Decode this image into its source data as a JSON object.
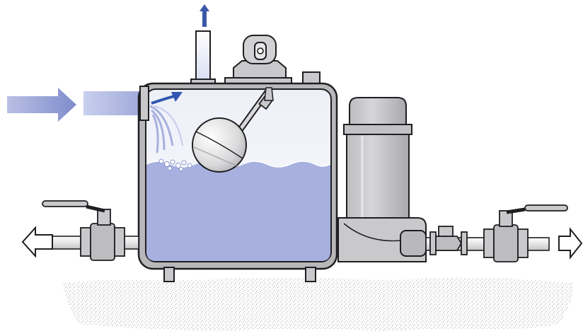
{
  "diagram": {
    "type": "condensate-return-pump-illustration",
    "components": [
      {
        "id": "inlet-flow-arrow",
        "icon": "arrow-right-gradient",
        "color": "#8f9ad0"
      },
      {
        "id": "inlet-pipe",
        "icon": "pipe"
      },
      {
        "id": "vent-pipe",
        "icon": "vent"
      },
      {
        "id": "vent-flow-arrow",
        "icon": "arrow-up-small",
        "color": "#3b57a8"
      },
      {
        "id": "receiver-tank",
        "icon": "tank"
      },
      {
        "id": "float-ball",
        "icon": "float"
      },
      {
        "id": "float-mechanism",
        "icon": "pivot-switch"
      },
      {
        "id": "incoming-water-spray",
        "icon": "spray"
      },
      {
        "id": "pump-motor",
        "icon": "motor"
      },
      {
        "id": "pump-volute",
        "icon": "volute"
      },
      {
        "id": "left-ball-valve",
        "icon": "ball-valve"
      },
      {
        "id": "right-ball-valve",
        "icon": "ball-valve"
      },
      {
        "id": "check-valve",
        "icon": "check-valve"
      },
      {
        "id": "left-outlet-arrow",
        "icon": "arrow-left-outline"
      },
      {
        "id": "right-outlet-arrow",
        "icon": "arrow-right-outline"
      },
      {
        "id": "ground",
        "icon": "stipple"
      }
    ],
    "colors": {
      "water": "#a7b0de",
      "water_top": "#dfe3f3",
      "tank_air": "#f3f5fb",
      "metal": "#c9c9cb",
      "metal_dark": "#8e8e92",
      "outline": "#1f1f22",
      "flow_accent": "#2f56b0",
      "inlet_arrow": "#8f9ad0"
    }
  }
}
